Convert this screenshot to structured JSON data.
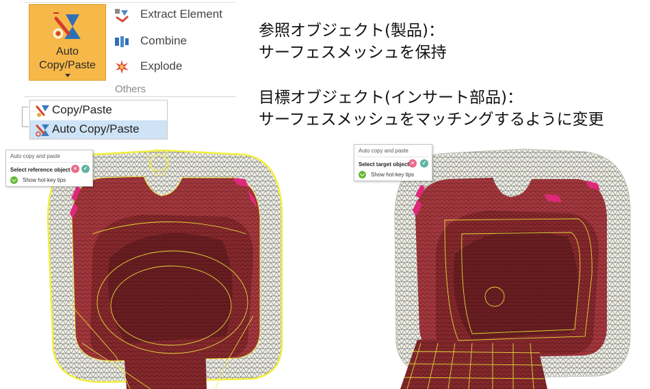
{
  "ribbon": {
    "big_button": {
      "label_line1": "Auto",
      "label_line2": "Copy/Paste"
    },
    "small_buttons": [
      {
        "label": "Extract Element",
        "icon": "extract-element-icon"
      },
      {
        "label": "Combine",
        "icon": "combine-icon"
      },
      {
        "label": "Explode",
        "icon": "explode-icon"
      }
    ],
    "group_label": "Others"
  },
  "dropdown": {
    "items": [
      {
        "label": "Copy/Paste",
        "icon": "copy-paste-icon"
      },
      {
        "label": "Auto Copy/Paste",
        "icon": "auto-copy-paste-icon",
        "highlighted": true
      }
    ]
  },
  "notes": {
    "reference_line1": "参照オブジェクト(製品)：",
    "reference_line2": "サーフェスメッシュを保持",
    "target_line1": "目標オブジェクト(インサート部品)：",
    "target_line2": "サーフェスメッシュをマッチングするように変更"
  },
  "dialog_reference": {
    "title": "Auto copy and paste",
    "prompt": "Select reference object :",
    "tips": "Show hot-key tips"
  },
  "dialog_target": {
    "title": "Auto copy and paste",
    "prompt": "Select target object :",
    "tips": "Show hot-key tips"
  },
  "colors": {
    "accent_orange": "#f7b84a",
    "mesh_red": "#8a2a2e",
    "mesh_white": "#efefe6",
    "mesh_yellow": "#f2ee3c",
    "mesh_magenta": "#e0287a"
  }
}
